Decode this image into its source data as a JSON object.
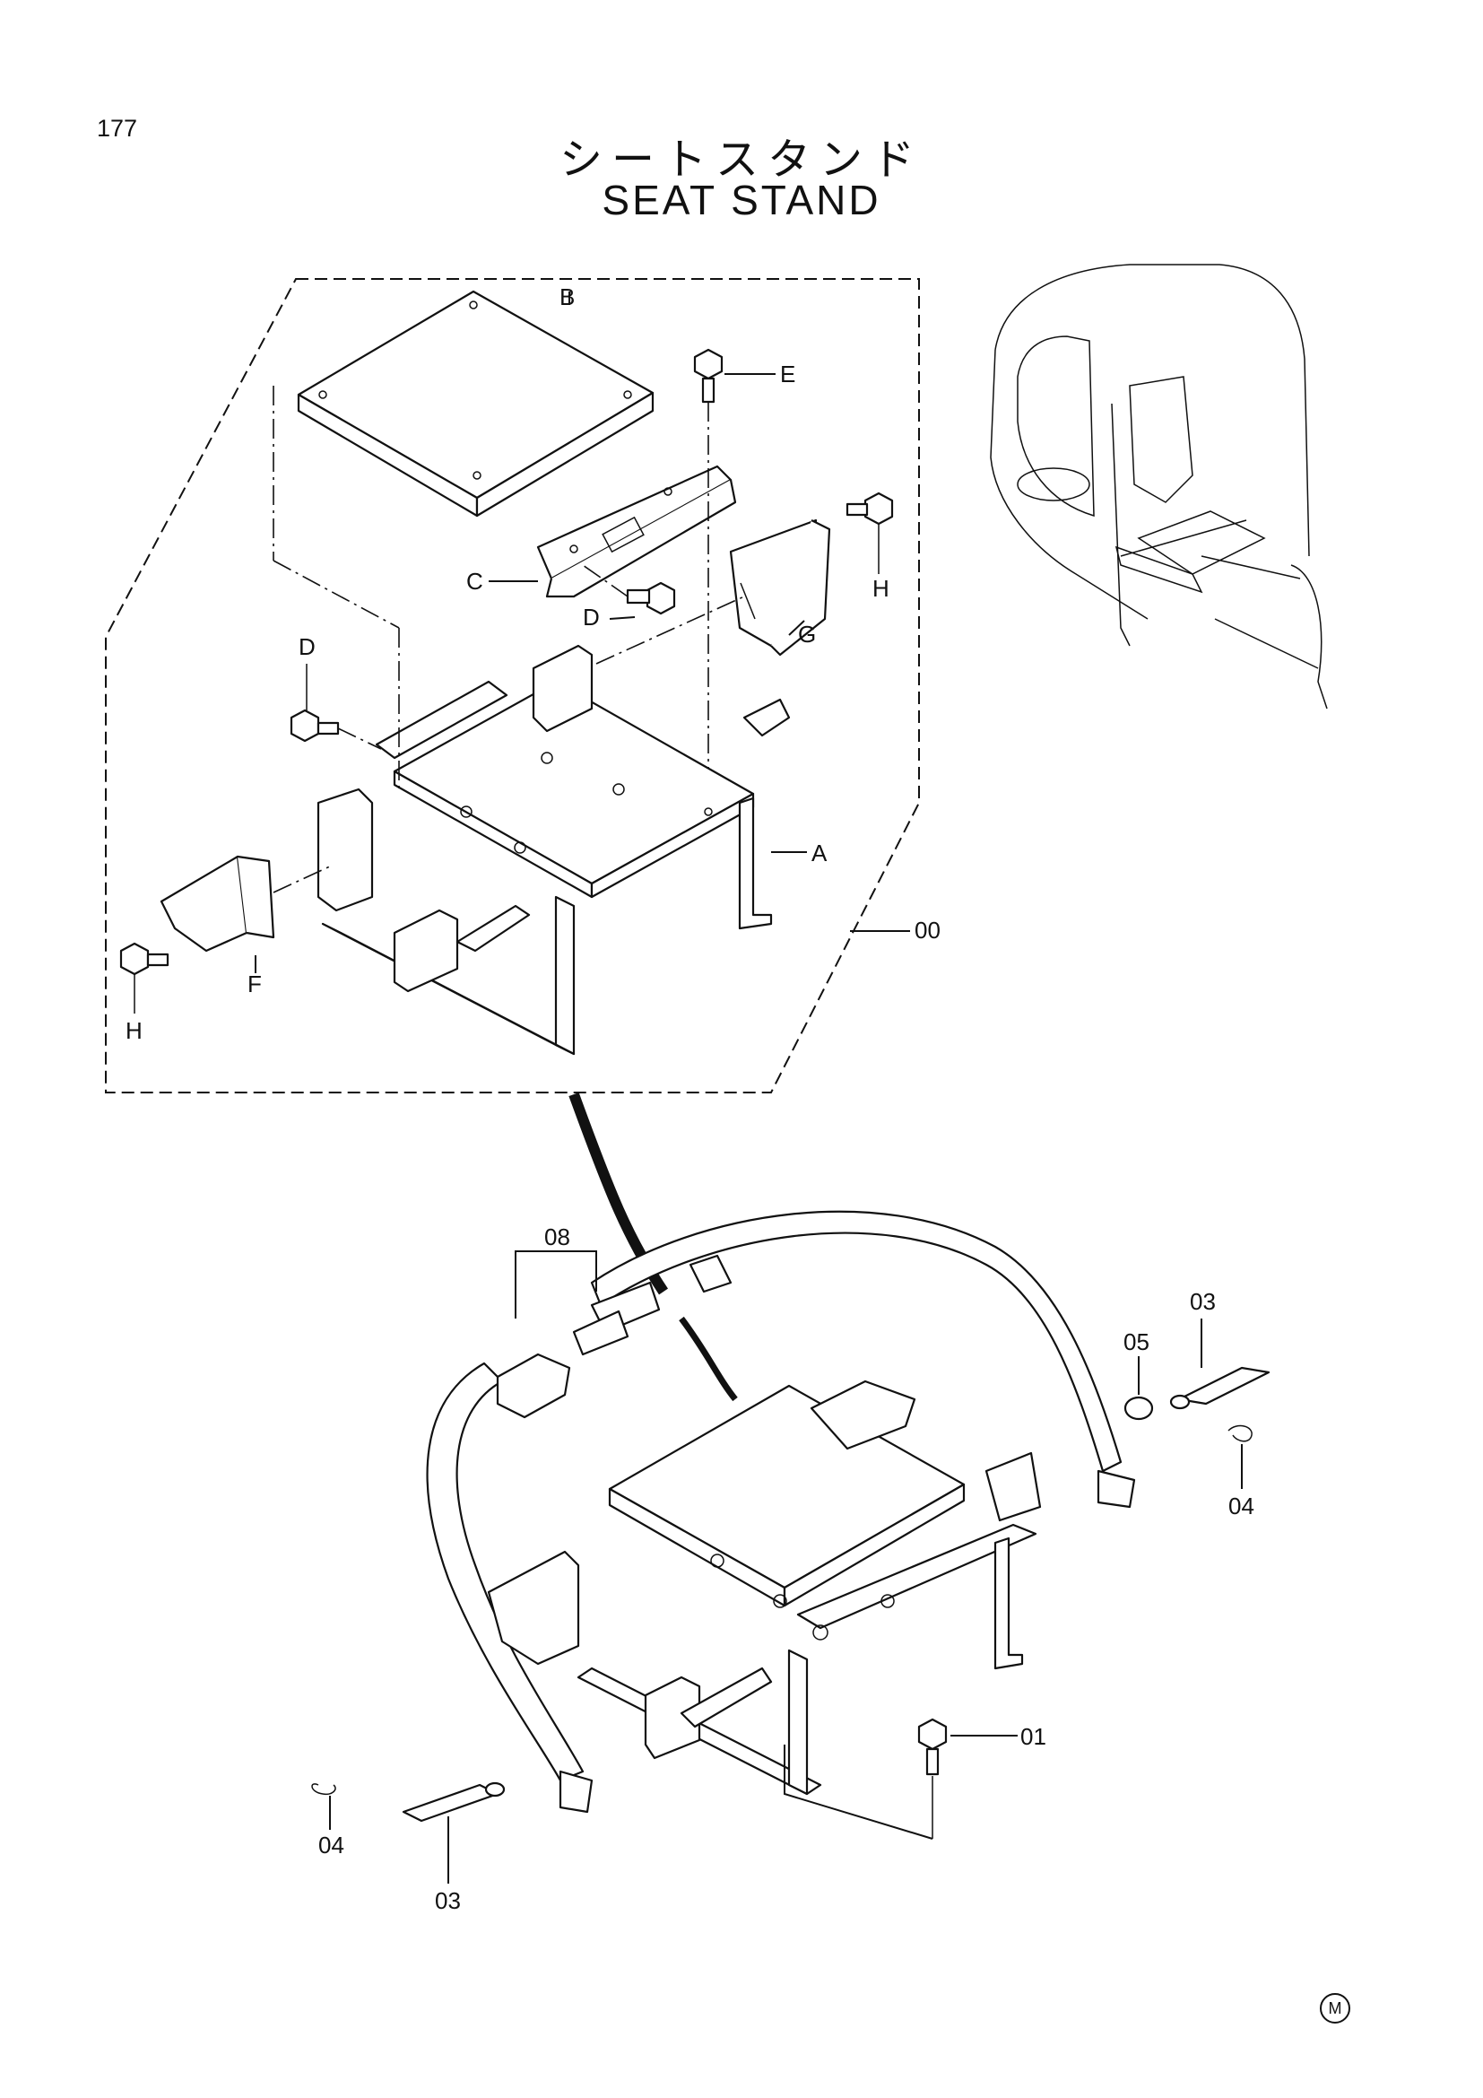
{
  "page_number": "177",
  "title_jp": "シートスタンド",
  "title_en": "SEAT STAND",
  "group_labels": {
    "A": "A",
    "B": "B",
    "C": "C",
    "D1": "D",
    "D2": "D",
    "E": "E",
    "F": "F",
    "G": "G",
    "H1": "H",
    "H2": "H"
  },
  "part_labels": {
    "p00": "00",
    "p01": "01",
    "p03a": "03",
    "p03b": "03",
    "p04a": "04",
    "p04b": "04",
    "p05": "05",
    "p08": "08"
  },
  "corner_mark": "M"
}
